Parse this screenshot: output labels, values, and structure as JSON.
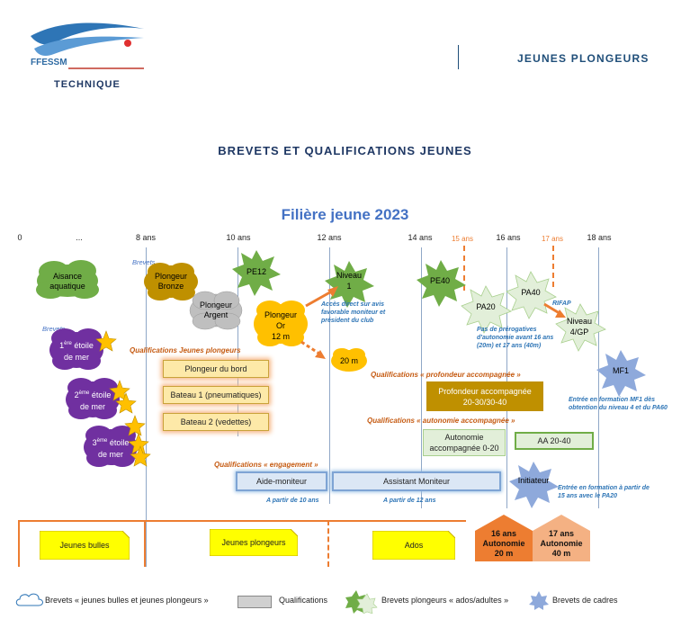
{
  "header": {
    "org": "FFESSM",
    "dept": "TECHNIQUE",
    "section": "JEUNES  PLONGEURS"
  },
  "page_title": "BREVETS ET QUALIFICATIONS JEUNES",
  "diagram_title": "Filière jeune 2023",
  "ages": [
    "0",
    "...",
    "8 ans",
    "10 ans",
    "12 ans",
    "14 ans",
    "15 ans",
    "16 ans",
    "17 ans",
    "18 ans"
  ],
  "labels": {
    "brevets1": "Brevets",
    "brevets2": "Brevets",
    "q_jeunes": "Qualifications Jeunes plongeurs",
    "q_prof": "Qualifications « profondeur accompagnée »",
    "q_auto": "Qualifications « autonomie accompagnée »",
    "q_eng": "Qualifications « engagement »"
  },
  "clouds": {
    "aisance": "Aisance aquatique",
    "bronze": "Plongeur Bronze",
    "argent": "Plongeur Argent",
    "or_1": "Plongeur",
    "or_2": "Or",
    "or_3": "12 m",
    "depth20": "20 m",
    "e1_sup": "ère",
    "e1_pre": "1",
    "e1_word": " étoile",
    "e1_tail": "de mer",
    "e2_sup": "ème",
    "e2_pre": "2",
    "e2_word": " étoile",
    "e2_tail": "de mer",
    "e3_sup": "ème",
    "e3_pre": "3",
    "e3_word": " étoile",
    "e3_tail": "de mer"
  },
  "stars": {
    "pe12": "PE12",
    "niveau1_a": "Niveau",
    "niveau1_b": "1",
    "pe40": "PE40",
    "pa20": "PA20",
    "pa40": "PA40",
    "niveau4_a": "Niveau",
    "niveau4_b": "4/GP",
    "mf1": "MF1",
    "initiateur": "Initiateur"
  },
  "quals": {
    "bord": "Plongeur du bord",
    "bateau1": "Bateau 1 (pneumatiques)",
    "bateau2": "Bateau 2 (vedettes)",
    "prof_a": "Profondeur accompagnée",
    "prof_b": "20-30/30-40",
    "auto_a": "Autonomie",
    "auto_b": "accompagnée 0-20",
    "aa": "AA 20-40",
    "aide": "Aide-moniteur",
    "assistant": "Assistant Moniteur"
  },
  "notes": {
    "acces": "Accès direct sur avis favorable moniteur et président du club",
    "pas_prerog": "Pas de prérogatives d'autonomie avant 16 ans (20m) et 17 ans (40m)",
    "rifap": "RIFAP",
    "mf1": "Entrée en formation MF1 dès obtention du niveau 4 et du PA60",
    "initiateur": "Entrée en formation à partir de 15 ans avec le PA20",
    "partir10": "A partir de 10 ans",
    "partir12": "A partir de 12 ans"
  },
  "stages": {
    "bulles": "Jeunes bulles",
    "plongeurs": "Jeunes plongeurs",
    "ados": "Ados",
    "a16_a": "16 ans",
    "a16_b": "Autonomie",
    "a16_c": "20 m",
    "a17_a": "17 ans",
    "a17_b": "Autonomie",
    "a17_c": "40 m"
  },
  "legend": {
    "l1": "Brevets « jeunes bulles et jeunes plongeurs »",
    "l2": "Qualifications",
    "l3": "Brevets plongeurs « ados/adultes »",
    "l4": "Brevets de cadres"
  },
  "colors": {
    "brand_blue": "#1f4e79",
    "accent_orange": "#ed7d31",
    "cloud_purple": "#7030a0",
    "star_green": "#70ad47",
    "star_yellow": "#ffc000",
    "cloud_gold": "#bf9000"
  }
}
